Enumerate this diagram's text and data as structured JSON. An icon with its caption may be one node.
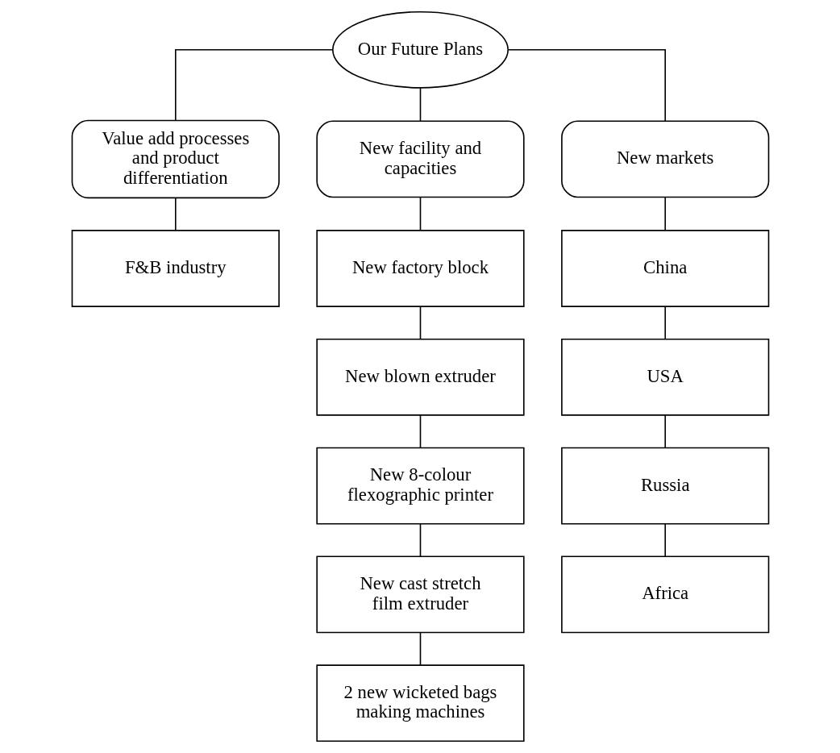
{
  "diagram": {
    "nodes": [
      {
        "text": [
          "Our Future Plans"
        ]
      },
      {
        "text": [
          "Value add processes and product differentiation"
        ]
      },
      {
        "text": [
          "New facility and capacities"
        ]
      },
      {
        "text": [
          "New markets"
        ]
      },
      {
        "text": [
          "F&B industry"
        ]
      },
      {
        "text": [
          "New factory block"
        ]
      },
      {
        "text": [
          "New blown extruder"
        ]
      },
      {
        "text": [
          "New 8-colour flexographic printer"
        ]
      },
      {
        "text": [
          "New cast stretch film extruder"
        ]
      },
      {
        "text": [
          "2 new wicketed bags making machines"
        ]
      },
      {
        "text": [
          "China"
        ]
      },
      {
        "text": [
          "USA"
        ]
      },
      {
        "text": [
          "Russia"
        ]
      },
      {
        "text": [
          "Africa"
        ]
      }
    ],
    "edges": [
      {
        "from": 0,
        "to": 1,
        "arrow": "none"
      },
      {
        "from": 0,
        "to": 2,
        "arrow": "none"
      },
      {
        "from": 0,
        "to": 3,
        "arrow": "none"
      },
      {
        "from": 1,
        "to": 4,
        "arrow": "none"
      },
      {
        "from": 2,
        "to": 5,
        "arrow": "none"
      },
      {
        "from": 5,
        "to": 6,
        "arrow": "none"
      },
      {
        "from": 6,
        "to": 7,
        "arrow": "none"
      },
      {
        "from": 7,
        "to": 8,
        "arrow": "none"
      },
      {
        "from": 8,
        "to": 9,
        "arrow": "none"
      },
      {
        "from": 3,
        "to": 10,
        "arrow": "none"
      },
      {
        "from": 10,
        "to": 11,
        "arrow": "none"
      },
      {
        "from": 11,
        "to": 12,
        "arrow": "none"
      },
      {
        "from": 12,
        "to": 13,
        "arrow": "none"
      }
    ]
  }
}
